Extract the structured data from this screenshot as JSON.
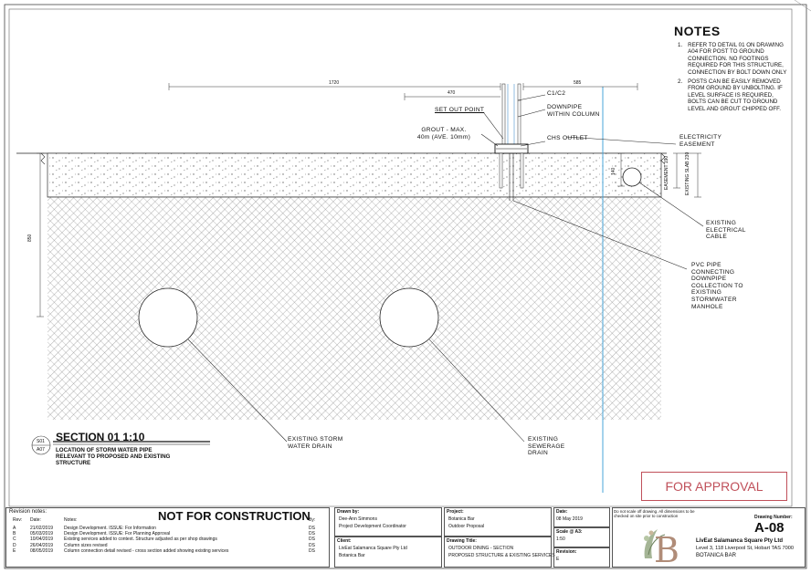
{
  "notes": {
    "title": "NOTES",
    "items": [
      {
        "num": "1.",
        "text": "REFER TO DETAIL 01 ON DRAWING A04 FOR POST TO GROUND CONNECTION. NO FOOTINGS REQUIRED FOR THIS STRUCTURE, CONNECTION BY BOLT DOWN ONLY"
      },
      {
        "num": "2.",
        "text": "POSTS CAN BE EASILY REMOVED FROM GROUND BY UNBOLTING. IF LEVEL SURFACE IS REQUIRED, BOLTS CAN BE CUT TO GROUND LEVEL AND GROUT CHIPPED OFF."
      }
    ]
  },
  "dimensions": {
    "d1720": "1720",
    "d470": "470",
    "d585": "585",
    "d850": "850",
    "d140": "140",
    "easement": "EASEMENT 190",
    "slab": "EXISTING SLAB 230"
  },
  "labels": {
    "c1c2": "C1/C2",
    "set_out": "SET OUT POINT",
    "downpipe": "DOWNPIPE WITHIN COLUMN",
    "grout": "GROUT - MAX. 40m (AVE. 10mm)",
    "chs": "CHS OUTLET",
    "elec_easement": "ELECTRICITY EASEMENT",
    "elec_cable": "EXISTING ELECTRICAL CABLE",
    "pvc": "PVC PIPE CONNECTING DOWNPIPE COLLECTION TO EXISTING STORMWATER MANHOLE",
    "storm": "EXISTING STORM WATER DRAIN",
    "sewer": "EXISTING SEWERAGE DRAIN"
  },
  "section": {
    "ref_top": "S01",
    "ref_bottom": "A07",
    "title": "SECTION 01 1:10",
    "subtitle": "LOCATION OF STORM WATER PIPE RELEVANT TO PROPOSED AND EXISTING STRUCTURE"
  },
  "approval": "FOR APPROVAL",
  "revisions": {
    "heading": "Revision notes:",
    "banner": "NOT FOR CONSTRUCTION",
    "col_rev": "Rev:",
    "col_date": "Date:",
    "col_notes": "Notes:",
    "col_by": "By:",
    "rows": [
      {
        "rev": "A",
        "date": "21/02/2019",
        "notes": "Design Development. ISSUE: For Information",
        "by": "DS"
      },
      {
        "rev": "B",
        "date": "05/03/2019",
        "notes": "Design Development. ISSUE: For Planning Approval",
        "by": "DS"
      },
      {
        "rev": "C",
        "date": "10/04/2019",
        "notes": "Existing services added to context. Structure adjusted as per shop drawings",
        "by": "DS"
      },
      {
        "rev": "D",
        "date": "26/04/2019",
        "notes": "Column sizes revised",
        "by": "DS"
      },
      {
        "rev": "E",
        "date": "08/05/2019",
        "notes": "Column connection detail revised - cross section added showing existing services",
        "by": "DS"
      }
    ]
  },
  "title_block": {
    "drawn_by_label": "Drawn by:",
    "drawn_by_name": "Dee-Ann Simmons",
    "drawn_by_role": "Project Development Coordinator",
    "client_label": "Client:",
    "client_name": "LivEat Salamanca Square Pty Ltd",
    "client_site": "Botanica Bar",
    "project_label": "Project:",
    "project_name": "Botanica Bar",
    "project_sub": "Outdoor Proposal",
    "drawing_title_label": "Drawing Title:",
    "drawing_title_1": "OUTDOOR DINING - SECTION",
    "drawing_title_2": "PROPOSED STRUCTURE & EXISTING SERVICES",
    "date_label": "Date:",
    "date_value": "08 May 2019",
    "scale_label": "Scale @ A3:",
    "scale_value": "1:50",
    "revision_label": "Revision:",
    "revision_value": "E",
    "disclaimer": "Do not scale off drawing. All dimensions to be checked on site prior to construction",
    "drawing_number_label": "Drawing Number:",
    "drawing_number": "A-08",
    "company": "LivEat Salamanca Square Pty Ltd",
    "address": "Level 3, 118 Liverpool St, Hobart TAS 7000",
    "venue": "BOTANICA BAR"
  }
}
